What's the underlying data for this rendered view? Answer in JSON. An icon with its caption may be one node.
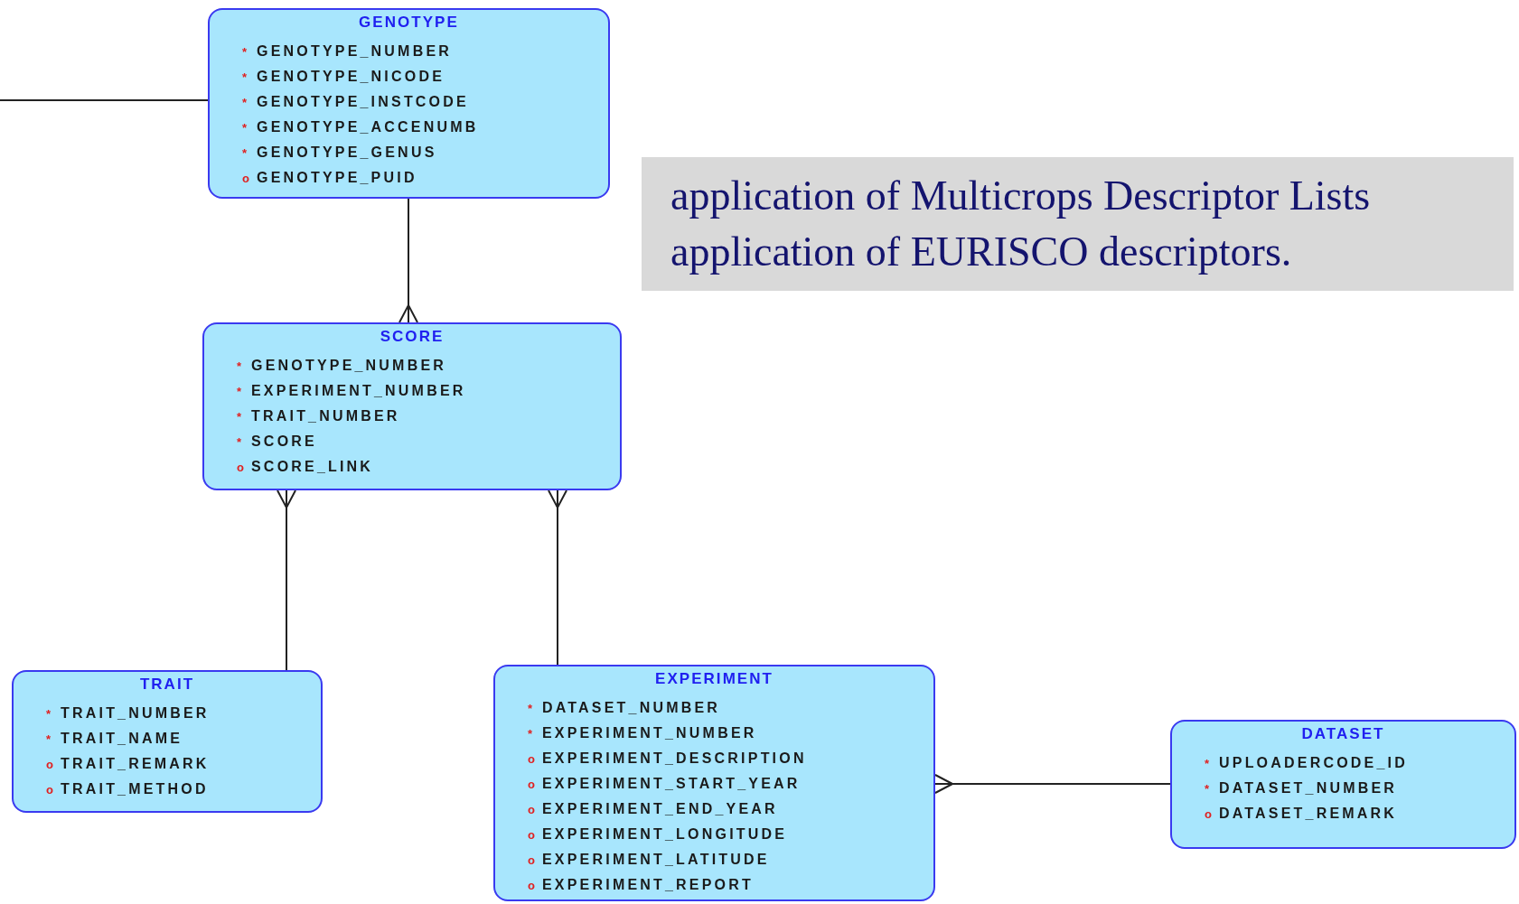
{
  "diagram": {
    "nodes": [
      {
        "text": [
          "GENOTYPE",
          "* GENOTYPE_NUMBER",
          "* GENOTYPE_NICODE",
          "* GENOTYPE_INSTCODE",
          "* GENOTYPE_ACCENUMB",
          "* GENOTYPE_GENUS",
          "o GENOTYPE_PUID"
        ]
      },
      {
        "text": [
          "SCORE",
          "* GENOTYPE_NUMBER",
          "* EXPERIMENT_NUMBER",
          "* TRAIT_NUMBER",
          "* SCORE",
          "o SCORE_LINK"
        ]
      },
      {
        "text": [
          "TRAIT",
          "* TRAIT_NUMBER",
          "* TRAIT_NAME",
          "o TRAIT_REMARK",
          "o TRAIT_METHOD"
        ]
      },
      {
        "text": [
          "EXPERIMENT",
          "* DATASET_NUMBER",
          "* EXPERIMENT_NUMBER",
          "o EXPERIMENT_DESCRIPTION",
          "o EXPERIMENT_START_YEAR",
          "o EXPERIMENT_END_YEAR",
          "o EXPERIMENT_LONGITUDE",
          "o EXPERIMENT_LATITUDE",
          "o EXPERIMENT_REPORT"
        ]
      },
      {
        "text": [
          "DATASET",
          "* UPLOADERCODE_ID",
          "* DATASET_NUMBER",
          "o DATASET_REMARK"
        ]
      },
      {
        "text": [
          "application of Multicrops Descriptor Lists",
          "application of EURISCO descriptors."
        ]
      }
    ],
    "edges": [
      {
        "from": null,
        "to": 0,
        "arrow": "none"
      },
      {
        "from": 0,
        "to": 1,
        "arrow": "other"
      },
      {
        "from": 2,
        "to": 1,
        "arrow": "other"
      },
      {
        "from": 3,
        "to": 1,
        "arrow": "other"
      },
      {
        "from": 4,
        "to": 3,
        "arrow": "other"
      }
    ]
  }
}
